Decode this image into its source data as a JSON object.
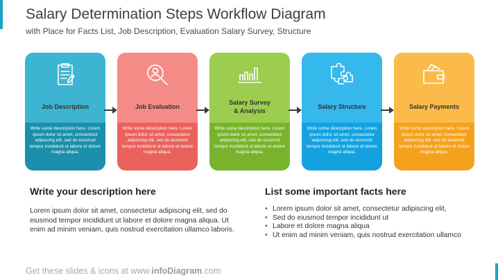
{
  "header": {
    "title": "Salary Determination Steps Workflow Diagram",
    "subtitle": "with Place for Facts List, Job Description, Evaluation Salary Survey, Structure"
  },
  "steps": [
    {
      "label_line1": "Job Description",
      "label_line2": "",
      "icon": "clipboard-icon",
      "top_color": "#3cb4d2",
      "bottom_color": "#1b8fab",
      "desc": "Write some description here. Lorem ipsum dolor sit amet, consectetur adipiscing elit, sed do eiusmod tempor incididunt ut labore et dolore magna aliqua."
    },
    {
      "label_line1": "Job Evaluation",
      "label_line2": "",
      "icon": "magnifier-person-icon",
      "top_color": "#f58b86",
      "bottom_color": "#e9625c",
      "desc": "Write some description here. Lorem ipsum dolor sit amet, consectetur adipiscing elit, sed do eiusmod tempor incididunt ut labore et dolore magna aliqua."
    },
    {
      "label_line1": "Salary Survey",
      "label_line2": "& Analysis",
      "icon": "bar-chart-icon",
      "top_color": "#9ccd4e",
      "bottom_color": "#79b32d",
      "desc": "Write some description here. Lorem ipsum dolor sit amet, consectetur adipiscing elit, sed do eiusmod tempor incididunt ut labore et dolore magna aliqua."
    },
    {
      "label_line1": "Salary Structure",
      "label_line2": "",
      "icon": "puzzle-icon",
      "top_color": "#35b8ec",
      "bottom_color": "#13a2df",
      "desc": "Write some description here. Lorem ipsum dolor sit amet, consectetur adipiscing elit, sed do eiusmod tempor incididunt ut labore et dolore magna aliqua."
    },
    {
      "label_line1": "Salary Payments",
      "label_line2": "",
      "icon": "wallet-icon",
      "top_color": "#fbbb4a",
      "bottom_color": "#f4a21e",
      "desc": "Write some description here. Lorem ipsum dolor sit amet, consectetur adipiscing elit, sed do eiusmod tempor incididunt ut labore et dolore magna aliqua."
    }
  ],
  "left": {
    "heading": "Write your description here",
    "text": "Lorem ipsum dolor sit amet, consectetur adipiscing elit, sed do eiusmod tempor incididunt ut labore et dolore magna aliqua. Ut enim ad minim veniam, quis nostrud exercitation ullamco laboris."
  },
  "right": {
    "heading": "List some important facts here",
    "facts": [
      "Lorem ipsum dolor sit amet, consectetur adipiscing elit,",
      "Sed do eiusmod tempor incididunt ut",
      "Labore et dolore magna aliqua",
      "Ut enim ad minim veniam, quis nostrud exercitation ullamco"
    ]
  },
  "footer": {
    "prefix": "Get these slides & icons at www.",
    "brand": "infoDiagram",
    "suffix": ".com"
  },
  "colors": {
    "arrow": "#3a3a3a",
    "accent": "#1aa3c4"
  }
}
